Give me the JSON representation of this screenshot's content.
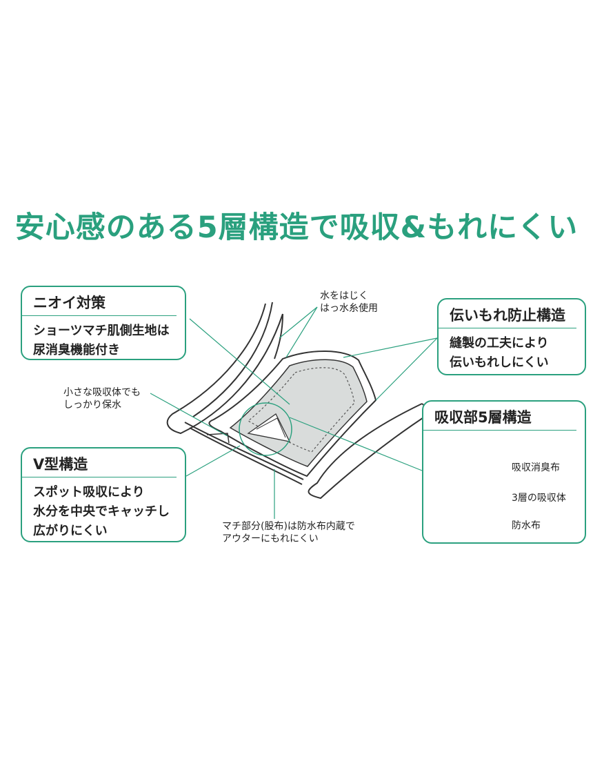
{
  "title": "安心感のある5層構造で吸収&もれにくい",
  "boxes": {
    "odor": {
      "title": "ニオイ対策",
      "lines": [
        "ショーツマチ肌側生地は",
        "尿消臭機能付き"
      ]
    },
    "leak": {
      "title": "伝いもれ防止構造",
      "lines": [
        "縫製の工夫により",
        "伝いもれしにくい"
      ]
    },
    "v": {
      "title": "V型構造",
      "lines": [
        "スポット吸収により",
        "水分を中央でキャッチし",
        "広がりにくい"
      ]
    },
    "layers": {
      "title": "吸収部5層構造"
    }
  },
  "notes": {
    "water": [
      "水をはじく",
      "はっ水糸使用"
    ],
    "small": [
      "小さな吸収体でも",
      "しっかり保水"
    ],
    "gusset": [
      "マチ部分(股布)は防水布内蔵で",
      "アウターにもれにくい"
    ]
  },
  "layer_labels": {
    "top": "吸収消臭布",
    "mid": "3層の吸収体",
    "bottom": "防水布"
  },
  "colors": {
    "accent": "#2aa07e",
    "drop": "#2aa07e",
    "layer_top": "#8fcbb6",
    "layer_mid": "#e2f1ec",
    "pad": "#d9dcdb"
  }
}
